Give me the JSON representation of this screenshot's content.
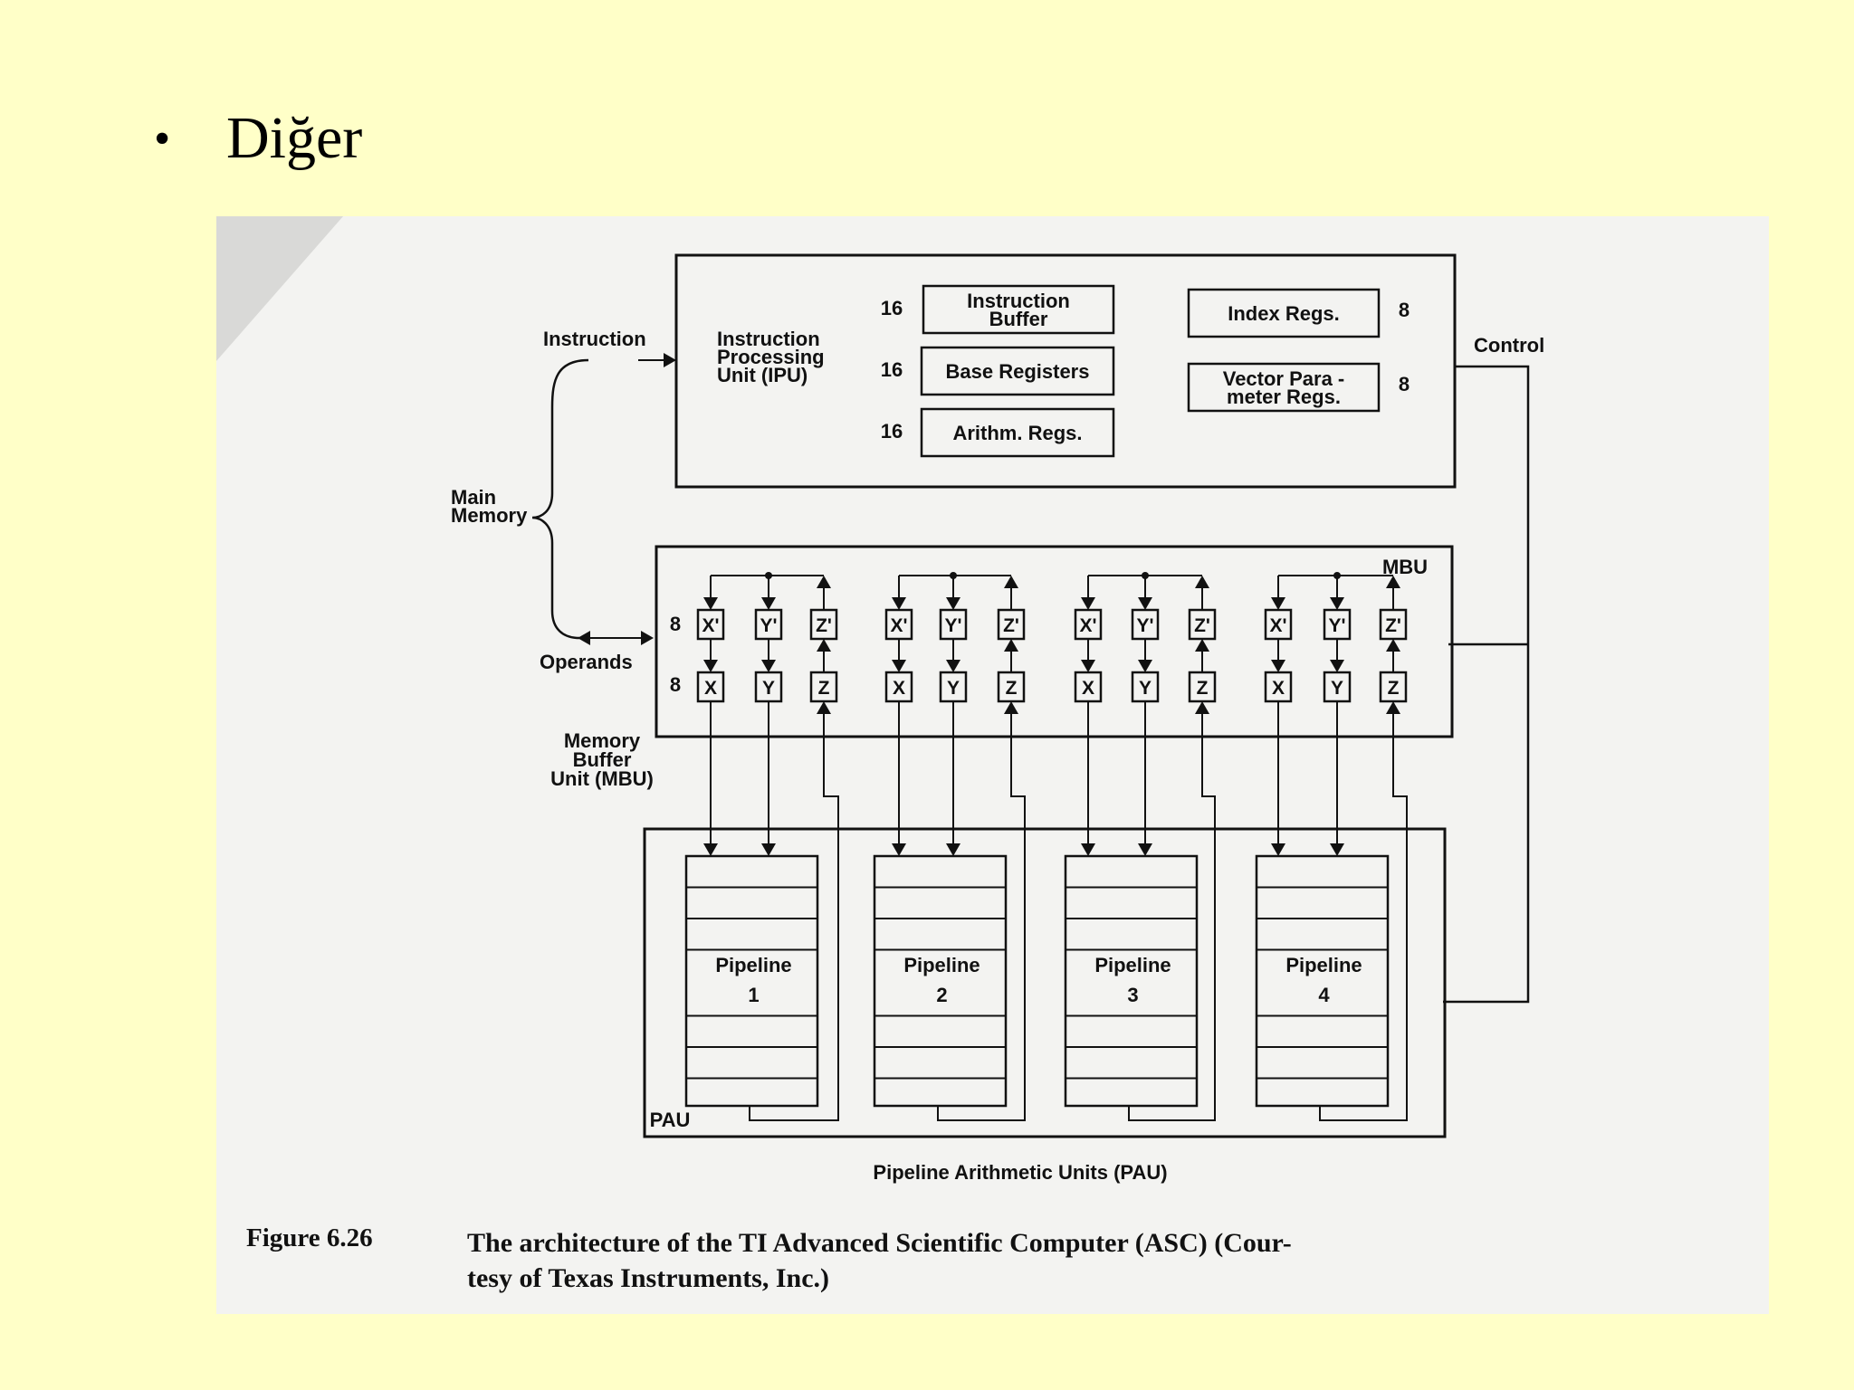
{
  "slide": {
    "bullet": "•",
    "title": "Diğer"
  },
  "diagram": {
    "left_labels": {
      "instruction": "Instruction",
      "main_memory": [
        "Main",
        "Memory"
      ],
      "operands": "Operands",
      "mbu_name": [
        "Memory",
        "Buffer",
        "Unit (MBU)"
      ]
    },
    "ipu": {
      "name": [
        "Instruction",
        "Processing",
        "Unit (IPU)"
      ],
      "regs_left": [
        {
          "count": "16",
          "label": [
            "Instruction",
            "Buffer"
          ]
        },
        {
          "count": "16",
          "label": [
            "Base Registers"
          ]
        },
        {
          "count": "16",
          "label": [
            "Arithm. Regs."
          ]
        }
      ],
      "regs_right": [
        {
          "count": "8",
          "label": [
            "Index Regs."
          ]
        },
        {
          "count": "8",
          "label": [
            "Vector Para -",
            "meter Regs."
          ]
        }
      ]
    },
    "control": "Control",
    "mbu": {
      "tag": "MBU",
      "row_counts": [
        "8",
        "8"
      ],
      "top_row": [
        "X'",
        "Y'",
        "Z'"
      ],
      "bottom_row": [
        "X",
        "Y",
        "Z"
      ]
    },
    "pau": {
      "tag": "PAU",
      "pipeline_word": "Pipeline",
      "pipelines": [
        "1",
        "2",
        "3",
        "4"
      ],
      "bottom_label": "Pipeline Arithmetic Units (PAU)"
    },
    "caption": {
      "number": "Figure 6.26",
      "line1": "The architecture of the TI Advanced Scientific Computer (ASC) (Cour-",
      "line2": "tesy of Texas Instruments, Inc.)"
    }
  }
}
